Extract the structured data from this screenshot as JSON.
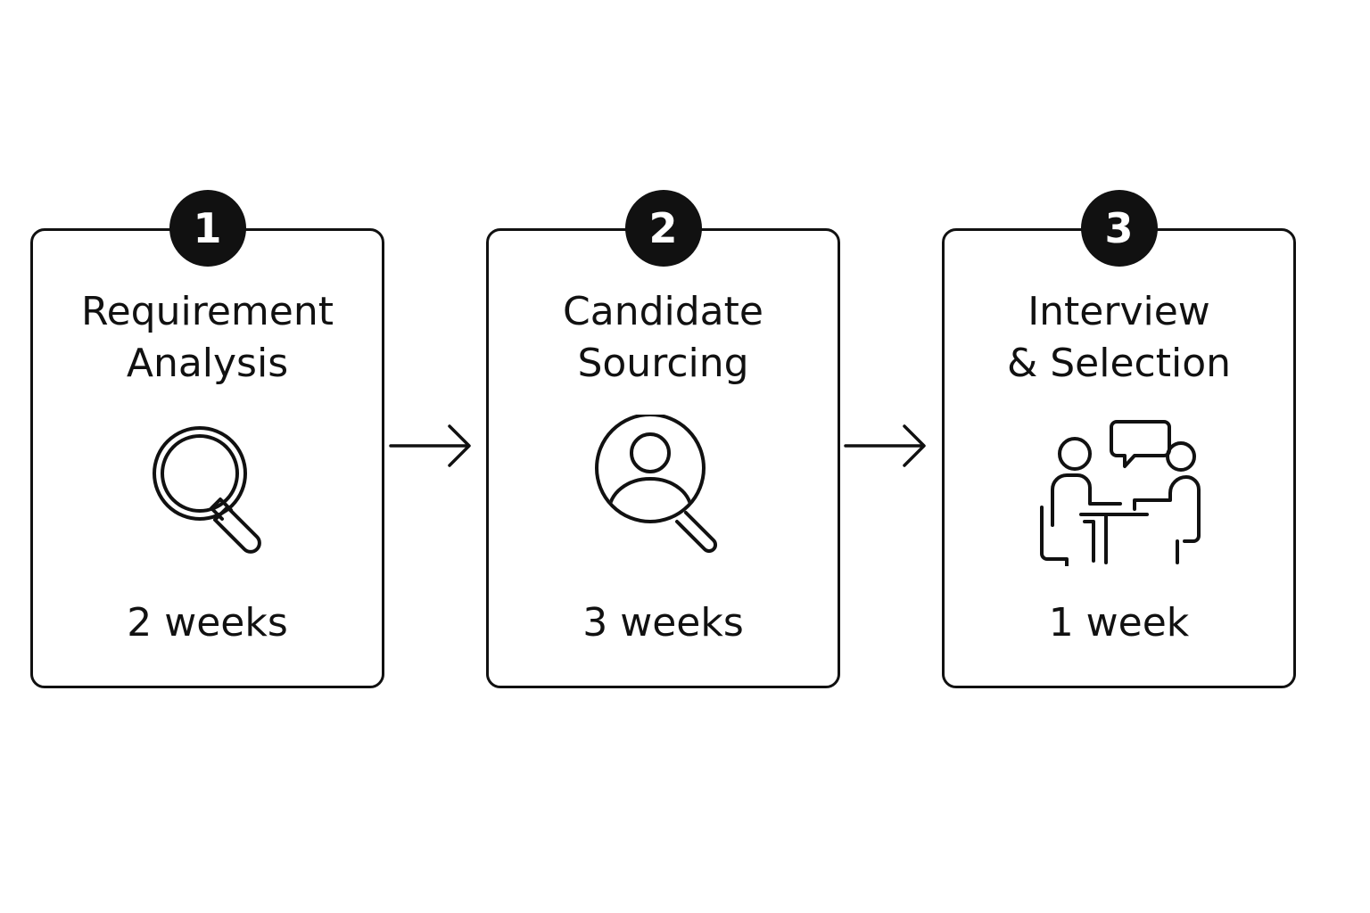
{
  "steps": [
    {
      "number": "1",
      "title_line1": "Requirement",
      "title_line2": "Analysis",
      "icon": "magnifying-glass-icon",
      "duration": "2 weeks"
    },
    {
      "number": "2",
      "title_line1": "Candidate",
      "title_line2": "Sourcing",
      "icon": "person-search-icon",
      "duration": "3 weeks"
    },
    {
      "number": "3",
      "title_line1": "Interview",
      "title_line2": "& Selection",
      "icon": "interview-meeting-icon",
      "duration": "1 week"
    }
  ],
  "colors": {
    "stroke": "#111111",
    "background": "#ffffff",
    "badge_text": "#ffffff"
  }
}
